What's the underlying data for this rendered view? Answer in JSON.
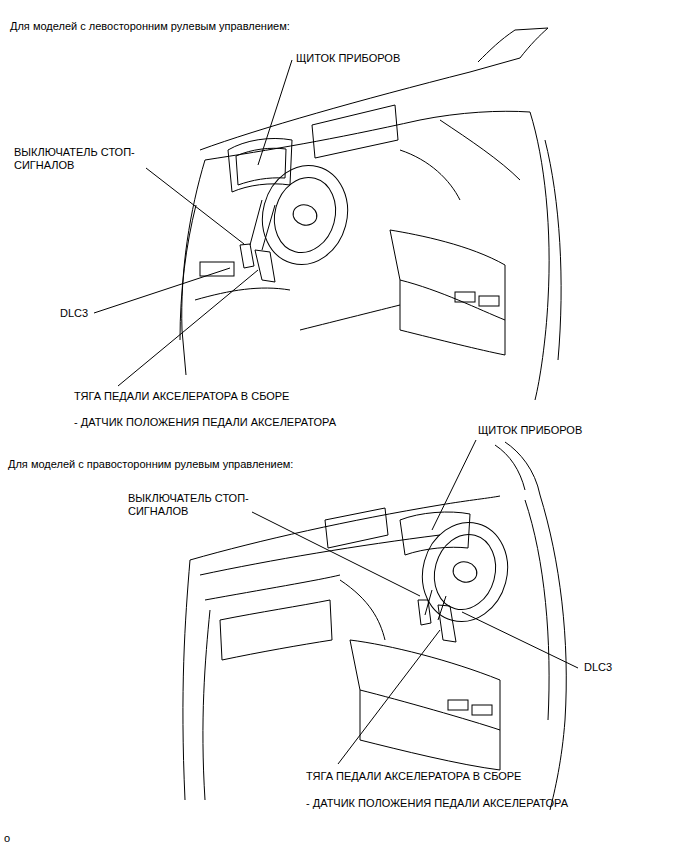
{
  "diagram": {
    "labels": [
      "Для моделей с левосторонним рулевым управлением:",
      "ЩИТОК ПРИБОРОВ",
      "ВЫКЛЮЧАТЕЛЬ СТОП-СИГНАЛОВ",
      "DLC3",
      "ТЯГА ПЕДАЛИ АКСЕЛЕРАТОРА В СБОРЕ",
      "- ДАТЧИК ПОЛОЖЕНИЯ ПЕДАЛИ АКСЕЛЕРАТОРА",
      "Для моделей с правосторонним рулевым управлением:",
      "ЩИТОК ПРИБОРОВ",
      "ВЫКЛЮЧАТЕЛЬ СТОП-СИГНАЛОВ",
      "DLC3",
      "ТЯГА ПЕДАЛИ АКСЕЛЕРАТОРА В СБОРЕ",
      "- ДАТЧИК ПОЛОЖЕНИЯ ПЕДАЛИ АКСЕЛЕРАТОРА",
      "o"
    ]
  }
}
